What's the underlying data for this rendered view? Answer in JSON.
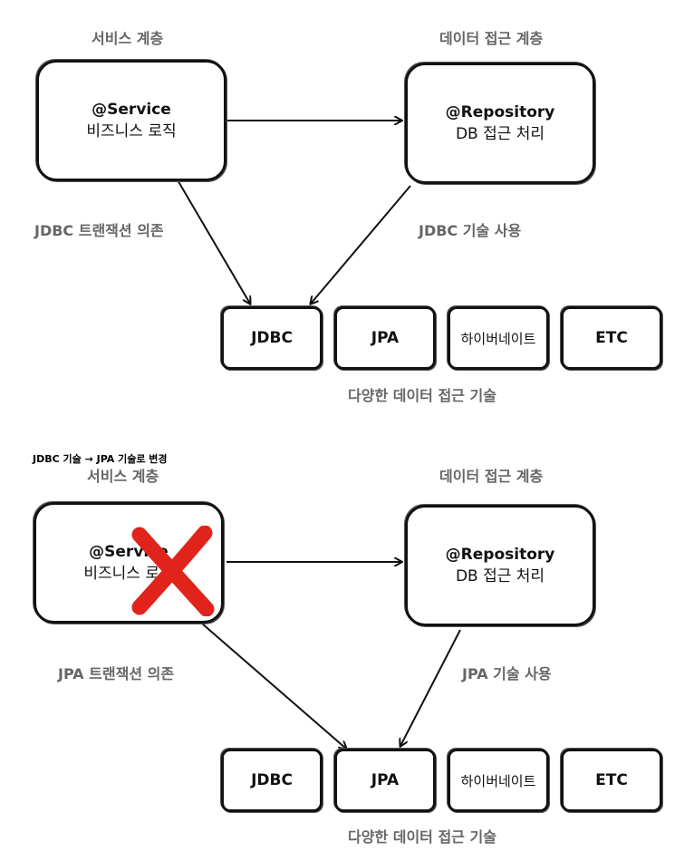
{
  "top": {
    "service_layer_title": "서비스 계층",
    "data_layer_title": "데이터 접근 계층",
    "service_box": {
      "line1": "@Service",
      "line2": "비즈니스 로직"
    },
    "repository_box": {
      "line1": "@Repository",
      "line2": "DB 접근 처리"
    },
    "left_edge_label": "JDBC 트랜잭션 의존",
    "right_edge_label": "JDBC 기술 사용",
    "tech_boxes": [
      "JDBC",
      "JPA",
      "하이버네이트",
      "ETC"
    ],
    "tech_caption": "다양한 데이터 접근 기술"
  },
  "bottom": {
    "change_note": "JDBC 기술 → JPA 기술로 변경",
    "service_layer_title": "서비스 계층",
    "data_layer_title": "데이터 접근 계층",
    "service_box": {
      "line1": "@Service",
      "line2": "비즈니스 로직"
    },
    "repository_box": {
      "line1": "@Repository",
      "line2": "DB 접근 처리"
    },
    "left_edge_label": "JPA 트랜잭션 의존",
    "right_edge_label": "JPA 기술 사용",
    "tech_boxes": [
      "JDBC",
      "JPA",
      "하이버네이트",
      "ETC"
    ],
    "tech_caption": "다양한 데이터 접근 기술"
  },
  "colors": {
    "cross_mark": "#e0241b",
    "label_gray": "#666666"
  }
}
